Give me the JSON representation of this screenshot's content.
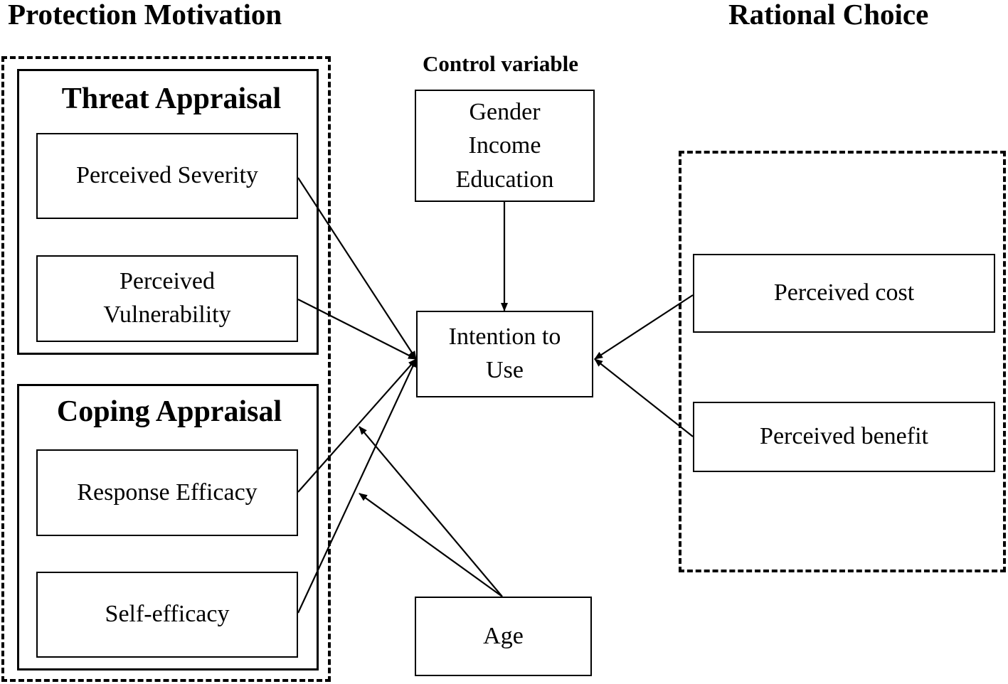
{
  "headings": {
    "protection_motivation": "Protection Motivation",
    "rational_choice": "Rational Choice",
    "control_variable": "Control variable"
  },
  "groups": {
    "threat_appraisal": {
      "title": "Threat Appraisal",
      "items": [
        "Perceived Severity",
        [
          "Perceived",
          "Vulnerability"
        ]
      ]
    },
    "coping_appraisal": {
      "title": "Coping Appraisal",
      "items": [
        "Response Efficacy",
        "Self-efficacy"
      ]
    },
    "rational_choice": {
      "items": [
        "Perceived cost",
        "Perceived benefit"
      ]
    }
  },
  "control_box": {
    "lines": [
      "Gender",
      "Income",
      "Education"
    ]
  },
  "outcome": {
    "lines": [
      "Intention to",
      "Use"
    ]
  },
  "moderator": {
    "label": "Age"
  }
}
